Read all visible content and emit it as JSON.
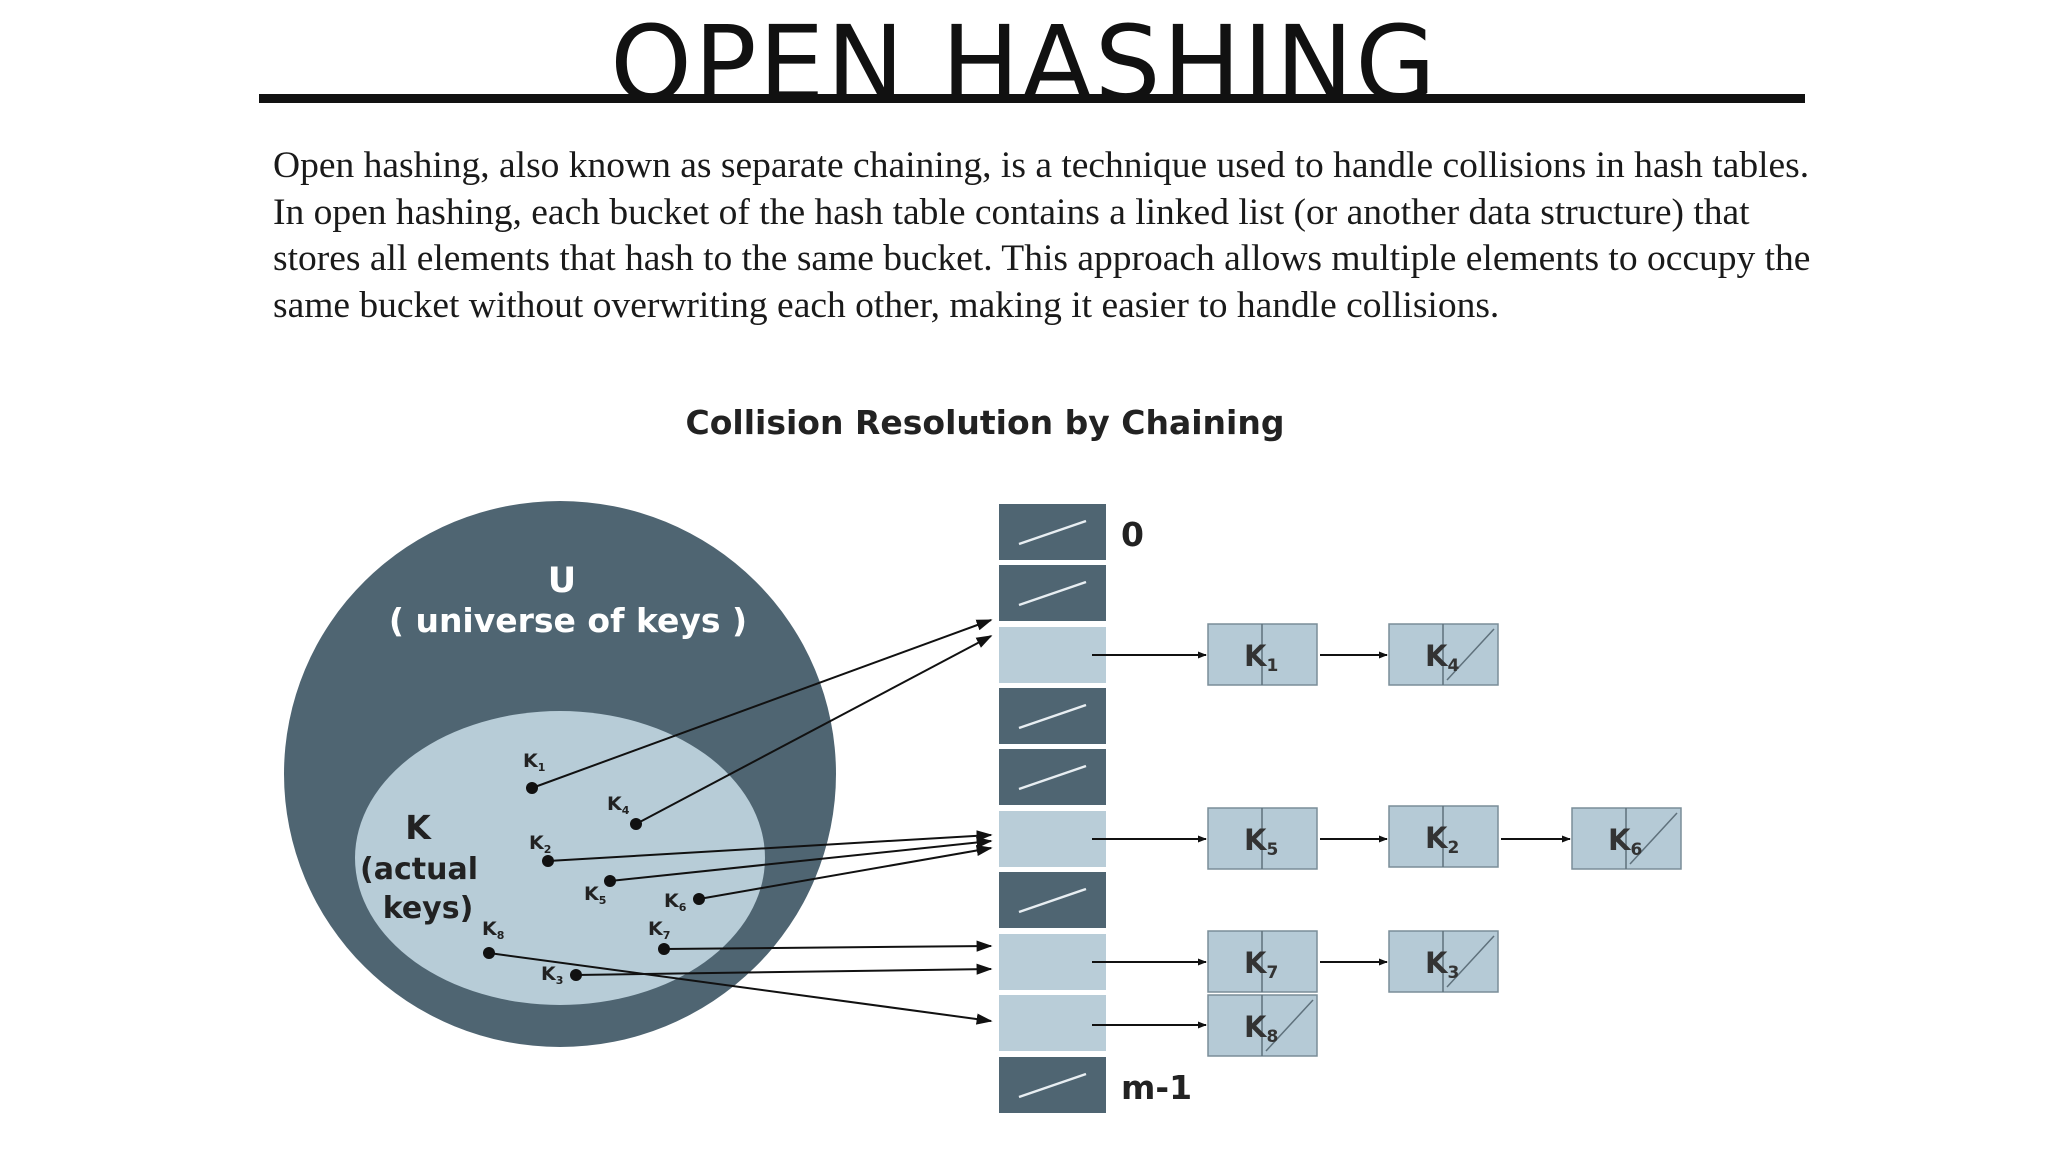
{
  "slide": {
    "title": "OPEN  HASHING",
    "body": "Open hashing, also known as separate chaining, is a technique used to handle collisions in hash tables. In open hashing, each bucket of the hash table contains a linked list (or another data structure) that stores all elements that hash to the same bucket. This approach allows multiple elements to occupy the same bucket without overwriting each other, making it easier to handle collisions."
  },
  "diagram": {
    "title": "Collision Resolution by Chaining",
    "universe_label": "U",
    "universe_caption": "( universe of keys )",
    "keys_label": "K",
    "keys_caption_1": "(actual",
    "keys_caption_2": "keys)",
    "table_first_index": "0",
    "table_last_index": "m-1",
    "keys": {
      "k1": {
        "letter": "K",
        "sub": "1"
      },
      "k2": {
        "letter": "K",
        "sub": "2"
      },
      "k3": {
        "letter": "K",
        "sub": "3"
      },
      "k4": {
        "letter": "K",
        "sub": "4"
      },
      "k5": {
        "letter": "K",
        "sub": "5"
      },
      "k6": {
        "letter": "K",
        "sub": "6"
      },
      "k7": {
        "letter": "K",
        "sub": "7"
      },
      "k8": {
        "letter": "K",
        "sub": "8"
      }
    },
    "colors": {
      "universe_fill": "#4f6572",
      "keys_fill": "#b7ccd7",
      "empty_slot_fill": "#4f6572",
      "used_slot_fill": "#b9cdd8",
      "node_fill": "#b5cad6"
    }
  }
}
